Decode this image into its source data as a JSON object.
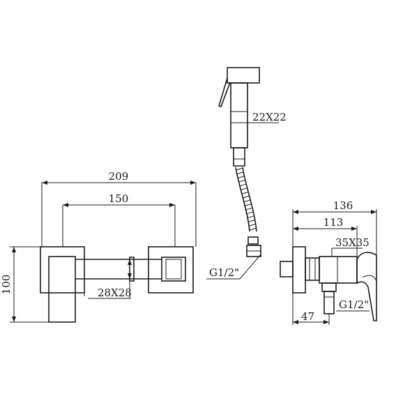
{
  "labels": {
    "front_total_width": "209",
    "front_inner_width": "150",
    "front_height": "100",
    "front_bar_section": "28X28",
    "shower_section": "22X22",
    "hose_thread": "G1/2\"",
    "side_total_depth": "136",
    "side_body_depth": "113",
    "side_body_section": "35X35",
    "side_outlet_thread": "G1/2\"",
    "side_outlet_offset": "47"
  }
}
